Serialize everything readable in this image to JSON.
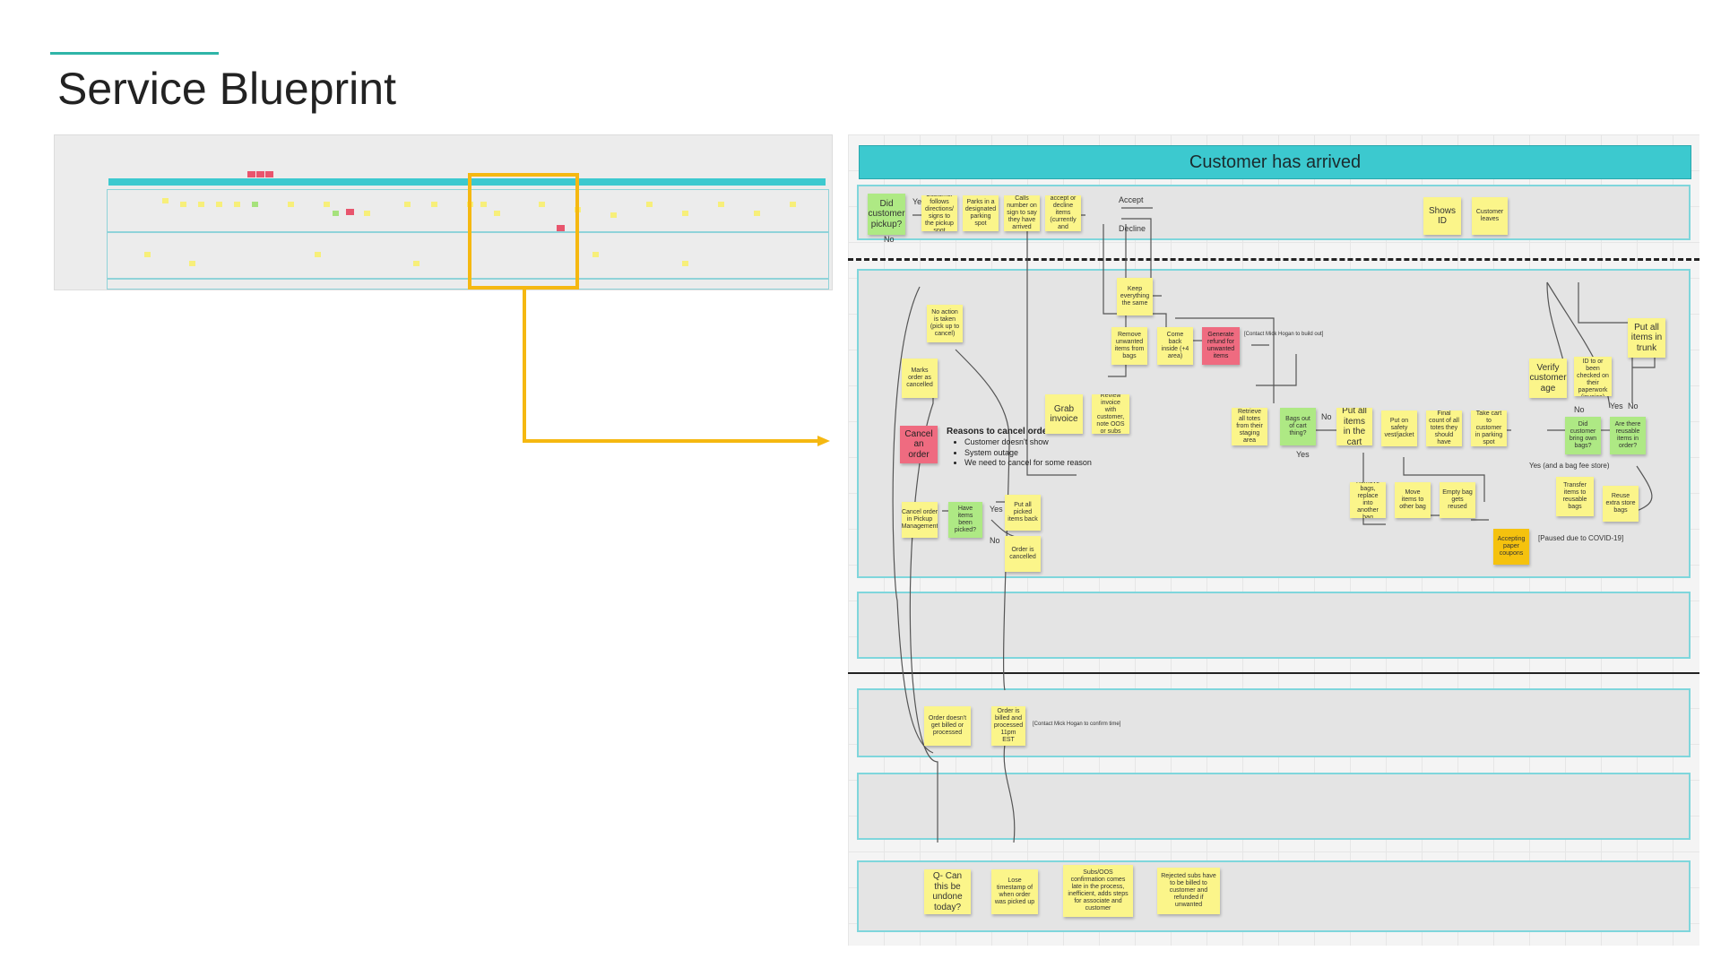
{
  "slide": {
    "title": "Service Blueprint"
  },
  "detail": {
    "banner": "Customer has arrived",
    "notes": {
      "did_pickup": "Did customer pickup?",
      "follows_signs": "Customer follows directions/ signs to the pickup spot",
      "parks": "Parks in a designated parking spot",
      "calls": "Calls number on sign to say they have arrived",
      "decides": "Decides to accept or decline items (currently and privately)",
      "shows_id": "Shows ID",
      "leaves": "Customer leaves",
      "keep": "Keep everything the same",
      "remove": "Remove unwanted items from bags",
      "come_back": "Come back inside (+4 area)",
      "refund": "Generate refund for unwanted items",
      "no_action": "No action is taken (pick up to cancel)",
      "marks": "Marks order as cancelled",
      "cancel_order": "Cancel an order",
      "grab": "Grab invoice",
      "review": "Review invoice with customer, note OOS or subs",
      "retrieve": "Retrieve all totes from their staging area",
      "bags": "Bags out of cart thing?",
      "put_items": "Put all items in the cart",
      "put_safety": "Put on safety vest/jacket",
      "final_count": "Final count of all totes they should have",
      "take_cart": "Take cart to customer in parking spot",
      "verify": "Verify customer age",
      "were": "Were their ID to or been checked on their paperwork (invoice)",
      "put_trunk": "Put all items in trunk",
      "own_bags": "Did customer bring own bags?",
      "reusable": "Are there reusable items in order?",
      "transfer": "Transfer items to reusable bags",
      "reuse": "Reuse extra store bags",
      "remove_bags": "Remove bags, replace into another bag",
      "move": "Move items to other bag",
      "empty": "Empty bag gets reused",
      "coupons": "Accepting paper coupons",
      "cancel_pickup": "Cancel order in Pickup Management",
      "picked": "Have items been picked?",
      "put_back": "Put all picked items back",
      "cancelled": "Order is cancelled",
      "not_billed": "Order doesn't get billed or processed",
      "billed": "Order is billed and processed 11pm EST",
      "q_undone": "Q- Can this be undone today?",
      "timestamp": "Lose timestamp of when order was picked up",
      "subs": "Subs/OOS confirmation comes late in the process, inefficient, adds steps for associate and customer",
      "rejected": "Rejected subs have to be billed to customer and refunded if unwanted"
    },
    "labels": {
      "yes": "Yes",
      "no": "No",
      "accept": "Accept",
      "decline": "Decline",
      "contact_build": "[Contact Mick Hogan to build out]",
      "contact_confirm": "[Contact Mick Hogan to confirm time]",
      "paused": "[Paused due to COVID-19]",
      "yes_bag_fee": "Yes (and a bag fee store)"
    },
    "reasons": {
      "heading": "Reasons to cancel order",
      "items": [
        "Customer doesn't show",
        "System outage",
        "We need to cancel for some reason"
      ]
    }
  },
  "colors": {
    "accent_teal": "#2fb5a8",
    "banner": "#3cc9cf",
    "highlight": "#f5b811",
    "sticky_yellow": "#fbf58a",
    "sticky_green": "#aee984",
    "sticky_red": "#ef6b80",
    "sticky_orange": "#f5c20e"
  }
}
